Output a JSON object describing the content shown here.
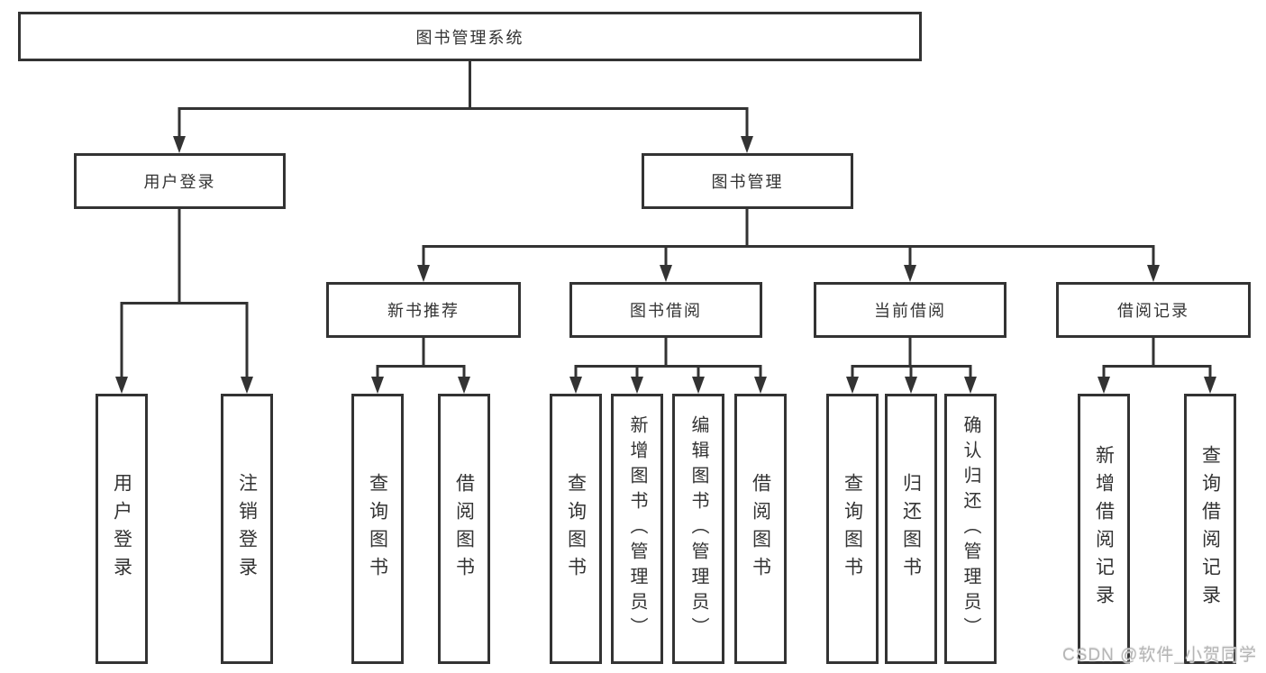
{
  "diagram": {
    "type": "hierarchy-tree",
    "root": {
      "label": "图书管理系统"
    },
    "children": [
      {
        "label": "用户登录",
        "children": [
          {
            "label": "用户登录"
          },
          {
            "label": "注销登录"
          }
        ]
      },
      {
        "label": "图书管理",
        "children": [
          {
            "label": "新书推荐",
            "children": [
              {
                "label": "查询图书"
              },
              {
                "label": "借阅图书"
              }
            ]
          },
          {
            "label": "图书借阅",
            "children": [
              {
                "label": "查询图书"
              },
              {
                "label": "新增图书（管理员）"
              },
              {
                "label": "编辑图书（管理员）"
              },
              {
                "label": "借阅图书"
              }
            ]
          },
          {
            "label": "当前借阅",
            "children": [
              {
                "label": "查询图书"
              },
              {
                "label": "归还图书"
              },
              {
                "label": "确认归还（管理员）"
              }
            ]
          },
          {
            "label": "借阅记录",
            "children": [
              {
                "label": "新增借阅记录"
              },
              {
                "label": "查询借阅记录"
              }
            ]
          }
        ]
      }
    ]
  },
  "watermark": {
    "text": "CSDN @软件_小贺同学"
  },
  "colors": {
    "line": "#333333",
    "box_border": "#333333",
    "text": "#333333",
    "background": "#ffffff",
    "watermark": "#b5b5b5"
  }
}
